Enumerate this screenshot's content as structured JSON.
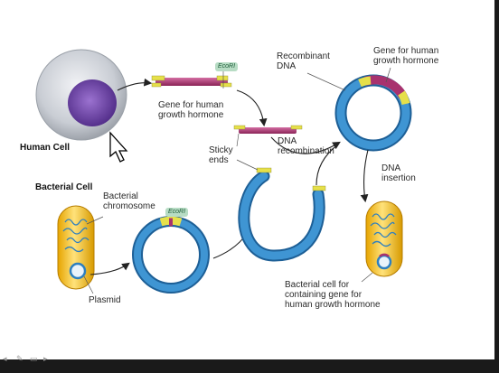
{
  "labels": {
    "human_cell": "Human Cell",
    "bacterial_cell": "Bacterial Cell",
    "bacterial_chromosome": "Bacterial\nchromosome",
    "plasmid": "Plasmid",
    "gene_for_hgh_left": "Gene for human\ngrowth hormone",
    "sticky_ends": "Sticky\nends",
    "dna_recombination": "DNA\nrecombination",
    "recombinant_dna": "Recombinant\nDNA",
    "gene_for_hgh_right": "Gene for human\ngrowth hormone",
    "dna_insertion": "DNA\ninsertion",
    "bacterial_cell_result": "Bacterial cell for\ncontaining gene for\nhuman growth hormone",
    "ecori_top": "EcoRI",
    "ecori_bottom": "EcoRI"
  },
  "controls": {
    "prev": "◂",
    "pen": "✎",
    "menu": "▭",
    "next": "▸"
  },
  "colors": {
    "plasmid_blue": "#2f7fbf",
    "gene_magenta": "#a8326e",
    "sticky_yellow": "#e6e04a",
    "bacterium_yellow": "#f1c232",
    "human_cell_gray": "#c8ccd3",
    "nucleus_purple": "#6a3fa0"
  }
}
